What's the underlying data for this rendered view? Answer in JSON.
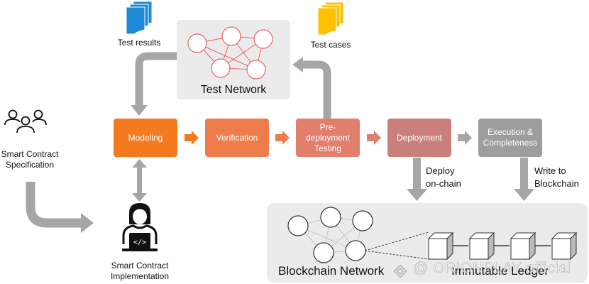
{
  "documents": {
    "test_results": {
      "label": "Test results",
      "icon": "stacked-documents-icon",
      "color": "#1e8ad6"
    },
    "test_cases": {
      "label": "Test cases",
      "icon": "stacked-documents-icon",
      "color": "#ffc000"
    }
  },
  "test_network": {
    "label": "Test Network",
    "node_color": "#e8606a"
  },
  "actors": {
    "specification": {
      "line1": "Smart Contract",
      "line2": "Specification",
      "icon": "people-group-icon"
    },
    "implementation": {
      "line1": "Smart Contract",
      "line2": "Implementation",
      "icon": "developer-laptop-icon",
      "code_glyph": "</>"
    }
  },
  "pipeline": [
    {
      "id": "modeling",
      "label": "Modeling",
      "color": "#f47a20"
    },
    {
      "id": "verification",
      "label": "Verification",
      "color": "#ef7d4c"
    },
    {
      "id": "pre-deployment-testing",
      "line1": "Pre-",
      "line2": "deployment",
      "line3": "Testing",
      "color": "#e27e6c"
    },
    {
      "id": "deployment",
      "label": "Deployment",
      "color": "#c9807c"
    },
    {
      "id": "execution",
      "line1": "Execution &",
      "line2": "Completeness",
      "color": "#9d9d9d"
    }
  ],
  "flows": {
    "deploy": {
      "line1": "Deploy",
      "line2": "on-chain"
    },
    "write": {
      "line1": "Write to",
      "line2": "Blockchain"
    }
  },
  "blockchain": {
    "network_label": "Blockchain Network",
    "ledger_label": "Immutable Ledger"
  },
  "watermark": "@ ORIONPLAY official",
  "colors": {
    "arrow_gray": "#a6a6a6",
    "panel_bg": "#ebebeb"
  }
}
